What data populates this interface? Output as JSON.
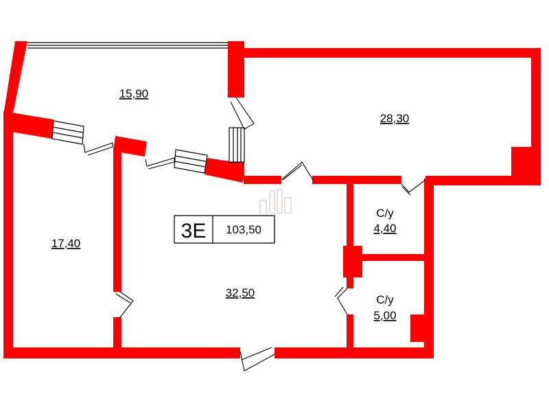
{
  "colors": {
    "wall": "#ff0000",
    "line": "#000000",
    "background": "#ffffff",
    "watermark": "#d9c8c8"
  },
  "unit": {
    "code": "3E",
    "total_area": "103,50"
  },
  "rooms": [
    {
      "id": "room-a",
      "area": "15,90"
    },
    {
      "id": "room-b",
      "area": "28,30"
    },
    {
      "id": "room-c",
      "area": "17,40"
    },
    {
      "id": "room-d",
      "area": "32,50"
    },
    {
      "id": "wc-1",
      "type_label": "С/у",
      "area": "4,40"
    },
    {
      "id": "wc-2",
      "type_label": "С/у",
      "area": "5,00"
    }
  ],
  "watermark_icon": "building-logo-icon"
}
